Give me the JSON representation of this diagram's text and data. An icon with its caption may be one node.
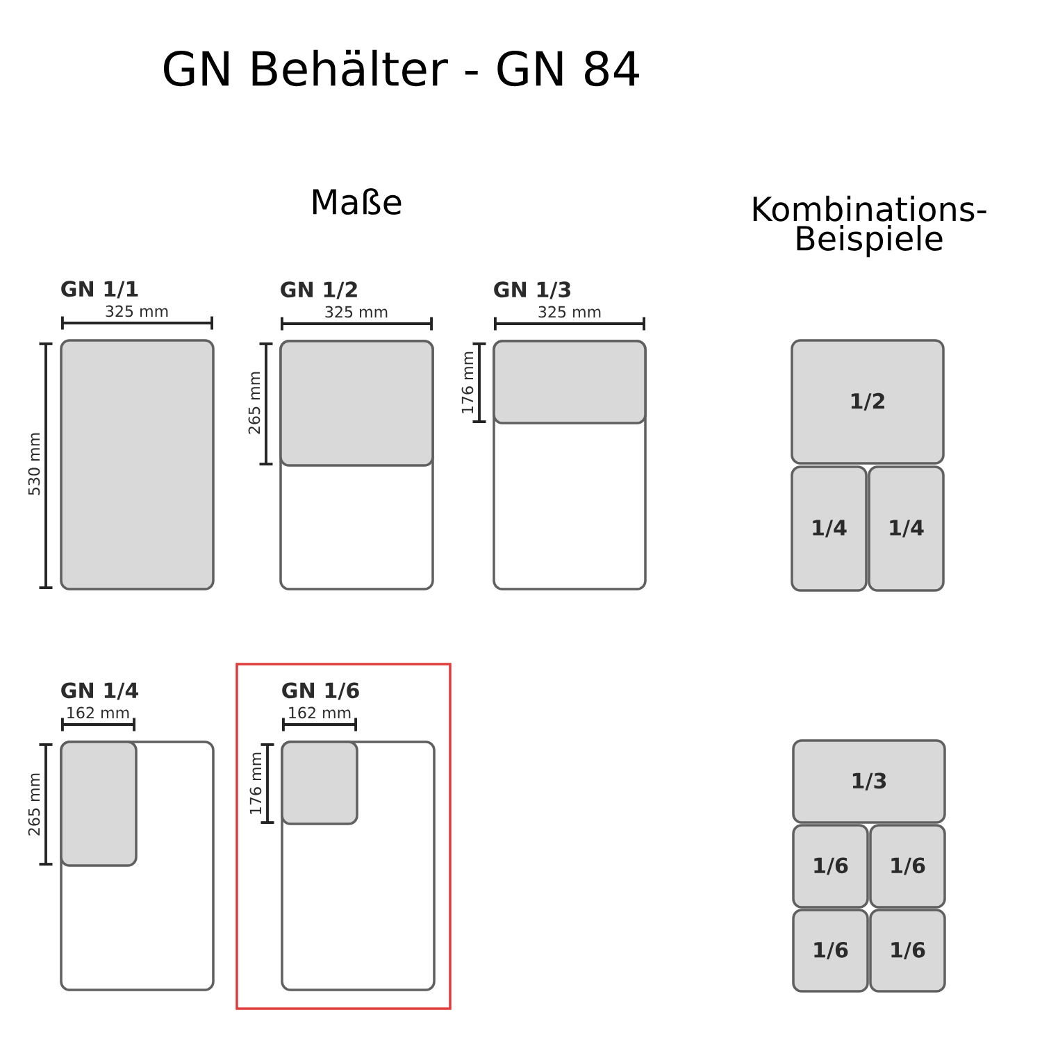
{
  "diagram": {
    "title": "GN Behälter - GN 84",
    "nodes": [
      {
        "text": [
          "GN 1/1"
        ]
      },
      {
        "text": [
          "GN 1/2"
        ]
      },
      {
        "text": [],
        "shape": "box",
        "in": 1
      },
      {
        "text": [
          "GN 1/3"
        ]
      },
      {
        "text": [],
        "shape": "box",
        "in": 3
      },
      {
        "text": [
          "1/2"
        ]
      },
      {
        "text": [
          "1/4"
        ]
      },
      {
        "text": [
          "1/4"
        ]
      },
      {
        "text": [
          "GN 1/4"
        ]
      },
      {
        "text": [],
        "shape": "box",
        "in": 8
      },
      {
        "text": [
          "GN 1/6"
        ]
      },
      {
        "text": [],
        "shape": "box",
        "in": 10
      },
      {
        "text": [
          "1/3"
        ]
      },
      {
        "text": [
          "1/6"
        ]
      },
      {
        "text": [
          "1/6"
        ]
      },
      {
        "text": [
          "1/6"
        ]
      },
      {
        "text": [
          "1/6"
        ]
      }
    ],
    "labels": [
      "Maße",
      "Kombinations- Beispiele",
      "325 mm",
      "530 mm",
      "325 mm",
      "265 mm",
      "325 mm",
      "176 mm",
      "162 mm",
      "265 mm",
      "162 mm",
      "176 mm"
    ]
  }
}
